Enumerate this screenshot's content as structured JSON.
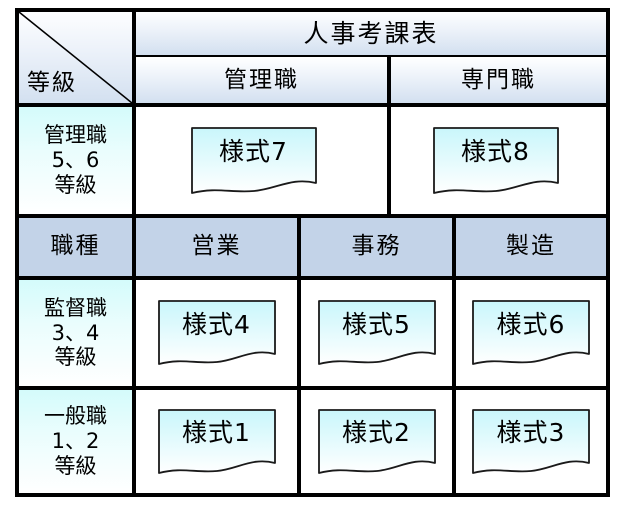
{
  "table": {
    "corner": {
      "label": "等級",
      "diagonal": true
    },
    "title": "人事考課表",
    "title_columns": [
      {
        "label": "管理職"
      },
      {
        "label": "専門職"
      }
    ],
    "job_header": {
      "label": "職種"
    },
    "job_columns": [
      {
        "label": "営業"
      },
      {
        "label": "事務"
      },
      {
        "label": "製造"
      }
    ],
    "rows": [
      {
        "grade_lines": [
          "管理職",
          "5、6",
          "等級"
        ],
        "forms": [
          "様式7",
          "様式8"
        ]
      },
      {
        "grade_lines": [
          "監督職",
          "3、4",
          "等級"
        ],
        "forms": [
          "様式4",
          "様式5",
          "様式6"
        ]
      },
      {
        "grade_lines": [
          "一般職",
          "1、2",
          "等級"
        ],
        "forms": [
          "様式1",
          "様式2",
          "様式3"
        ]
      }
    ]
  },
  "colors": {
    "border": "#000000",
    "header_gradient_top": "#fdfeff",
    "header_gradient_bottom": "#d3e0f0",
    "job_header_fill": "#c3d3e8",
    "grade_gradient_top": "#d4fbfb",
    "grade_gradient_bottom": "#ffffff",
    "form_shape_top": "#c9f6fb",
    "form_shape_bottom": "#ffffff",
    "text": "#000000"
  }
}
